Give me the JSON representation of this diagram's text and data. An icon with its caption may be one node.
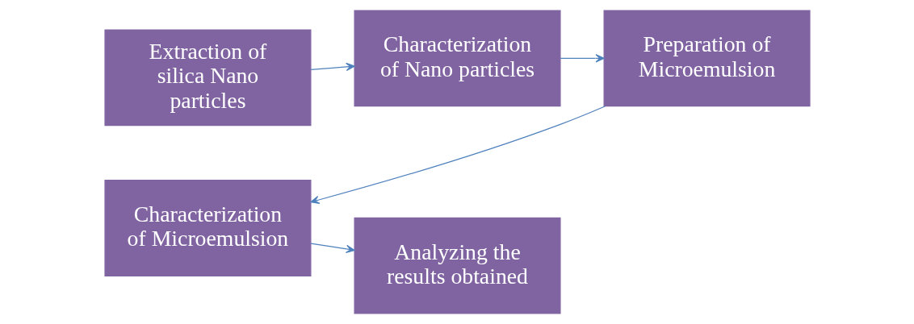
{
  "diagram": {
    "nodes": [
      {
        "text": [
          "Extraction of silica Nano particles"
        ]
      },
      {
        "text": [
          "Characterization of Nano particles"
        ]
      },
      {
        "text": [
          "Preparation of Microemulsion"
        ]
      },
      {
        "text": [
          "Characterization of Microemulsion"
        ]
      },
      {
        "text": [
          "Analyzing the results obtained"
        ]
      }
    ],
    "edges": [
      {
        "from": 0,
        "to": 1,
        "arrow": "to"
      },
      {
        "from": 1,
        "to": 2,
        "arrow": "to"
      },
      {
        "from": 2,
        "to": 3,
        "arrow": "to"
      },
      {
        "from": 3,
        "to": 4,
        "arrow": "to"
      }
    ]
  }
}
